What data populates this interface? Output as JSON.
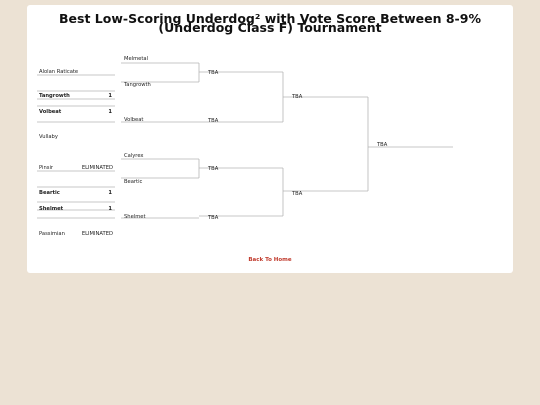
{
  "page": {
    "title": "Best Low-Scoring Underdog² with Vote Score Between 8-9% (Underdog Class F) Tournament",
    "back_link": "Back To Home"
  },
  "colors": {
    "background": "#ece2d4",
    "card": "#ffffff",
    "lines": "#b5b5b5",
    "link": "#c0392b"
  },
  "round1": [
    {
      "name": "Alolan Raticate",
      "score": "",
      "bold": false
    },
    {
      "name": "Tangrowth",
      "score": "1",
      "bold": true
    },
    {
      "name": "Volbeat",
      "score": "1",
      "bold": true
    },
    {
      "name": "Vullaby",
      "score": "",
      "bold": false
    },
    {
      "name": "Pinsir",
      "score": "ELIMINATED",
      "bold": false
    },
    {
      "name": "Beartic",
      "score": "1",
      "bold": true
    },
    {
      "name": "Shelmet",
      "score": "1",
      "bold": true
    },
    {
      "name": "Passimian",
      "score": "ELIMINATED",
      "bold": false
    }
  ],
  "round2": [
    {
      "name": "Melmetal"
    },
    {
      "name": "Tangrowth"
    },
    {
      "name": "Volbeat"
    },
    {
      "name": "Calyrex"
    },
    {
      "name": "Beartic"
    },
    {
      "name": "Shelmet"
    }
  ],
  "round3": [
    "TBA",
    "TBA",
    "TBA",
    "TBA"
  ],
  "round4": [
    "TBA",
    "TBA"
  ],
  "round5": [
    "TBA"
  ]
}
